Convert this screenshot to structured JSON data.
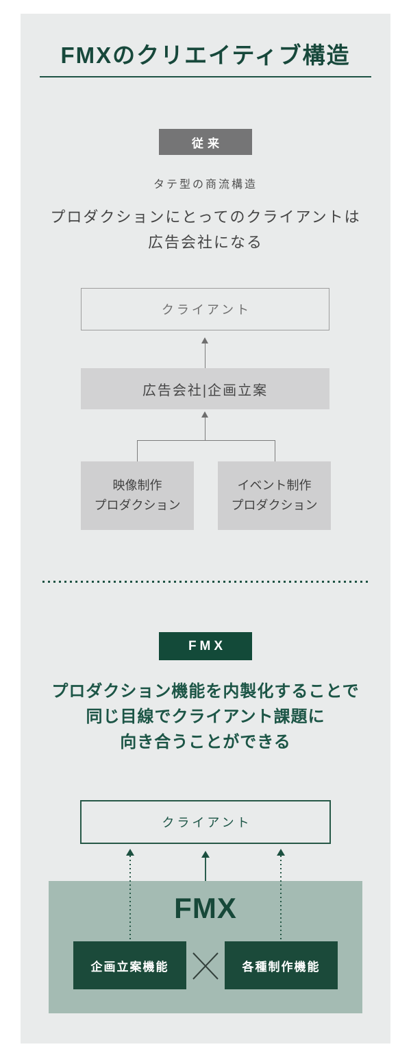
{
  "page": {
    "title": "FMXのクリエイティブ構造"
  },
  "conventional": {
    "badge": "従来",
    "subtitle": "タテ型の商流構造",
    "description_line1": "プロダクションにとってのクライアントは",
    "description_line2": "広告会社になる",
    "client_box": "クライアント",
    "agency_box": "広告会社|企画立案",
    "production_boxes": [
      {
        "line1": "映像制作",
        "line2": "プロダクション"
      },
      {
        "line1": "イベント制作",
        "line2": "プロダクション"
      }
    ]
  },
  "fmx": {
    "badge": "FMX",
    "description_line1": "プロダクション機能を内製化することで",
    "description_line2": "同じ目線でクライアント課題に",
    "description_line3": "向き合うことができる",
    "client_box": "クライアント",
    "company_label": "FMX",
    "function_boxes": [
      {
        "label": "企画立案機能"
      },
      {
        "label": "各種制作機能"
      }
    ],
    "multiply_icon": "×"
  },
  "colors": {
    "background": "#e9ebeb",
    "accent_green_dark": "#17483b",
    "accent_green_text": "#1c5546",
    "badge_gray": "#757576",
    "badge_green": "#134a39",
    "box_gray": "#d2d2d3",
    "sage_panel": "#a4bbb3",
    "function_box_green": "#1b4a3a",
    "arrow_gray": "#6e6e6e"
  }
}
